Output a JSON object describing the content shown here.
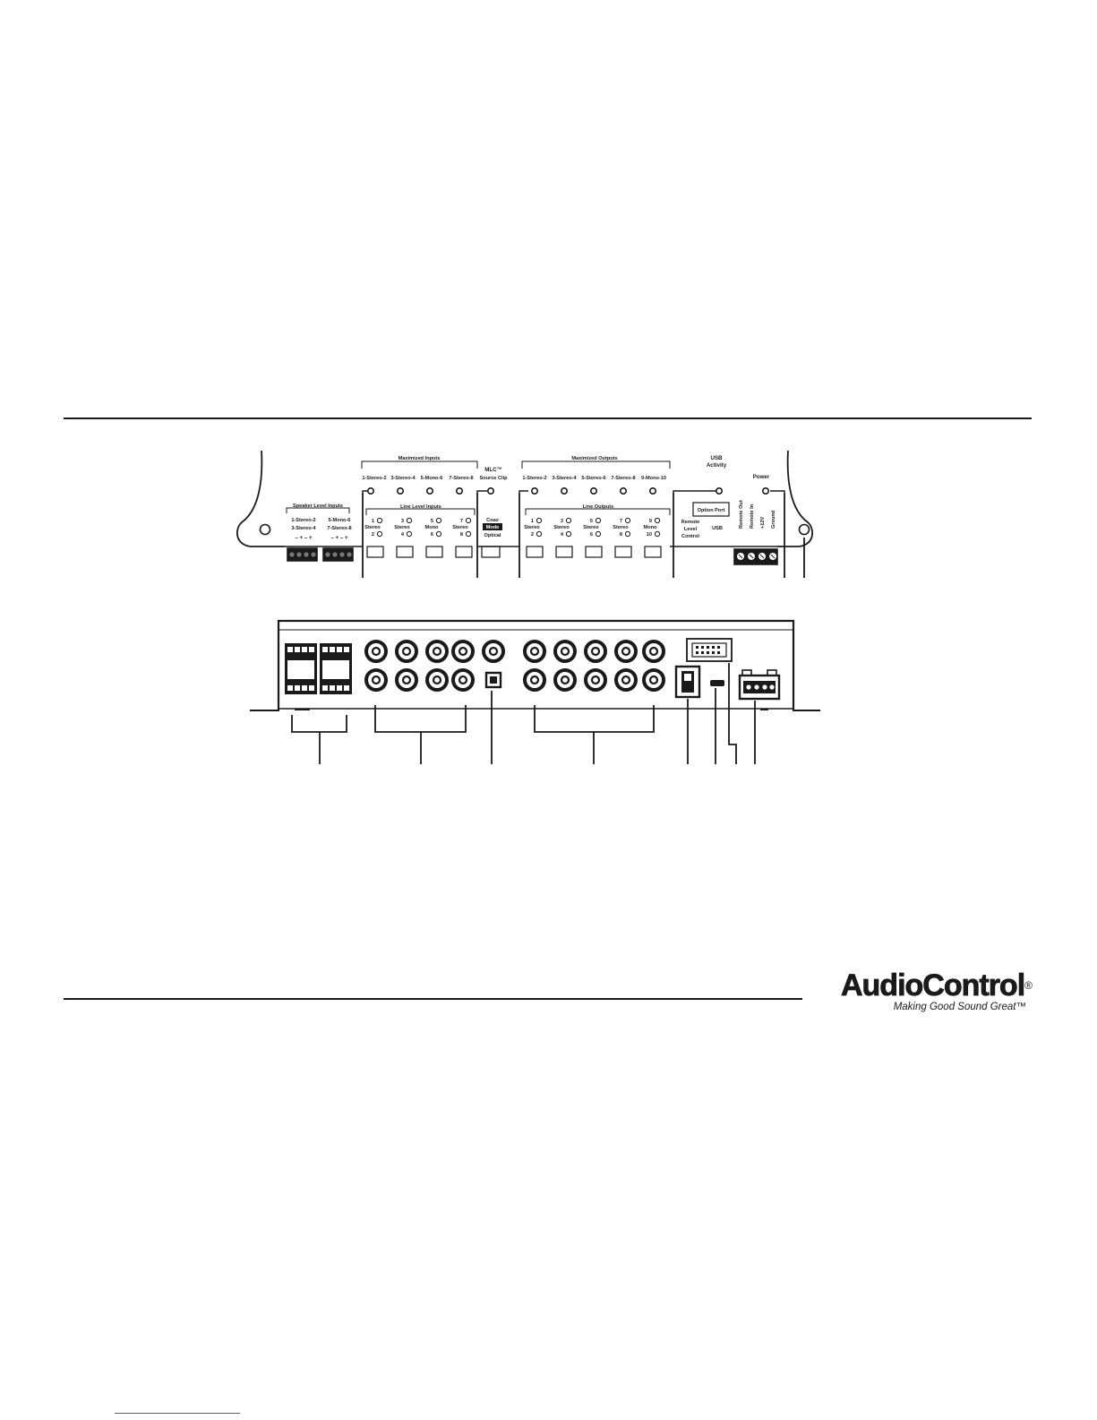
{
  "colors": {
    "ink": "#1a1a1a",
    "paper": "#ffffff",
    "link_blue": "#3b5bdb"
  },
  "top_panel": {
    "maximized_inputs": {
      "title": "Maximized Inputs",
      "channels": [
        "1-Stereo-2",
        "3-Stereo-4",
        "5-Mono-6",
        "7-Stereo-8"
      ]
    },
    "mlc": {
      "title": "MLC™",
      "subtitle": "Source Clip"
    },
    "maximized_outputs": {
      "title": "Maximized Outputs",
      "channels": [
        "1-Stereo-2",
        "3-Stereo-4",
        "5-Stereo-6",
        "7-Stereo-8",
        "9-Mono-10"
      ]
    },
    "usb_activity": {
      "line1": "USB",
      "line2": "Activity"
    },
    "power": {
      "label": "Power"
    },
    "speaker_level_inputs": {
      "title": "Speaker Level Inputs",
      "left": [
        "1-Stereo-2",
        "3-Stereo-4"
      ],
      "right": [
        "5-Mono-6",
        "7-Stereo-8"
      ],
      "polarity": "– + – +"
    },
    "line_level_inputs": {
      "title": "Line Level Inputs",
      "top_numbers": [
        "1",
        "3",
        "5",
        "7"
      ],
      "modes": [
        "Stereo",
        "Stereo",
        "Mono",
        "Stereo"
      ],
      "bottom_numbers": [
        "2",
        "4",
        "6",
        "8"
      ]
    },
    "digital_input": {
      "coax": "Coax",
      "mode": "Mode",
      "optical": "Optical"
    },
    "line_outputs": {
      "title": "Line Outputs",
      "top_numbers": [
        "1",
        "3",
        "5",
        "7",
        "9"
      ],
      "modes": [
        "Stereo",
        "Stereo",
        "Stereo",
        "Stereo",
        "Mono"
      ],
      "bottom_numbers": [
        "2",
        "4",
        "6",
        "8",
        "10"
      ]
    },
    "option_port": {
      "label": "Option Port"
    },
    "remote_level_control": {
      "line1": "Remote",
      "line2": "Level",
      "line3": "Control"
    },
    "usb": {
      "label": "USB"
    },
    "power_terminals": [
      "Remote Out",
      "Remote In",
      "+12V",
      "Ground"
    ]
  },
  "brand": {
    "name": "AudioControl",
    "registered": "®",
    "tagline": "Making Good Sound Great™"
  }
}
